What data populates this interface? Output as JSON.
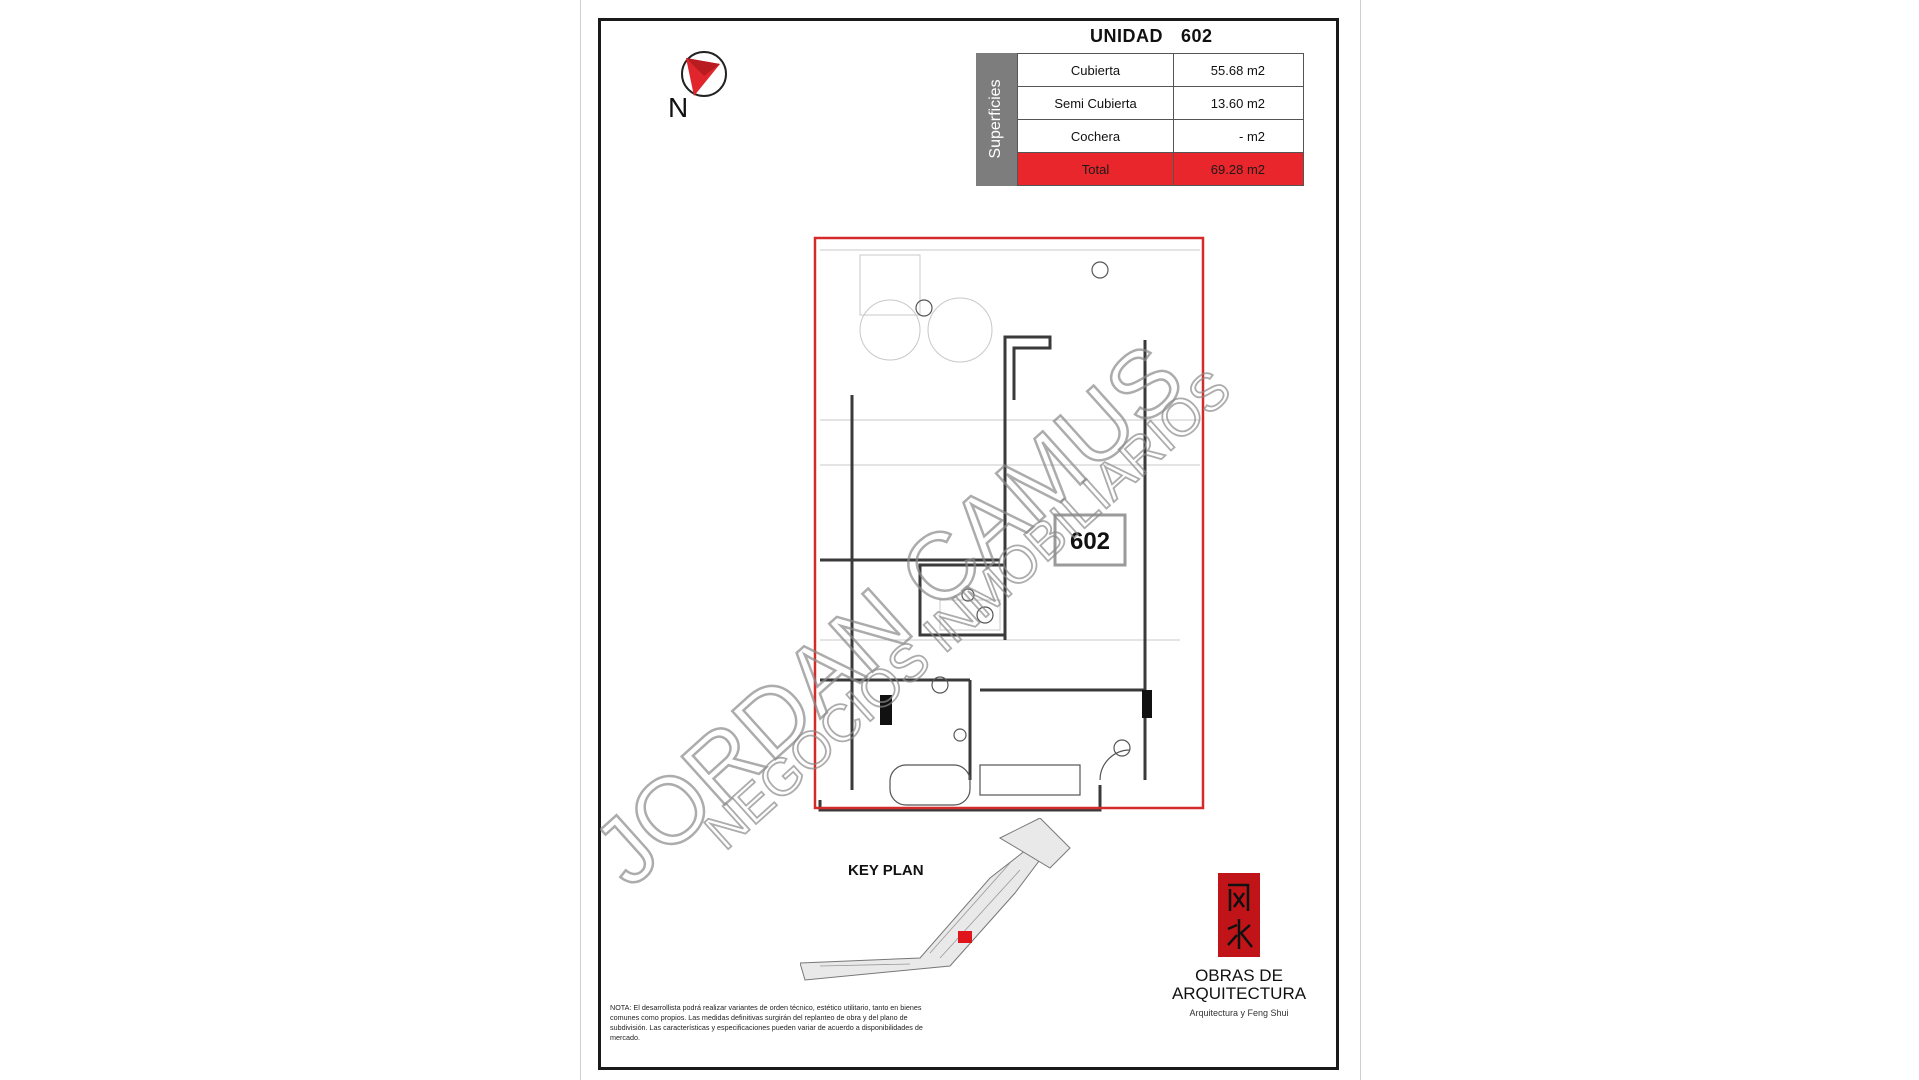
{
  "compass": {
    "north_letter": "N",
    "icon": "north-arrow-icon"
  },
  "unit": {
    "label": "UNIDAD",
    "number": "602"
  },
  "surfaces": {
    "side_label": "Superficies",
    "rows": [
      {
        "label": "Cubierta",
        "value": "55.68 m2"
      },
      {
        "label": "Semi Cubierta",
        "value": "13.60 m2"
      },
      {
        "label": "Cochera",
        "value": "- m2"
      }
    ],
    "total": {
      "label": "Total",
      "value": "69.28 m2"
    },
    "total_color": "#e8262c"
  },
  "plan": {
    "unit_tag": "602",
    "outline_color": "#d42a2a"
  },
  "key_plan": {
    "label": "KEY PLAN",
    "highlight_color": "#e0141b"
  },
  "logo": {
    "line1": "OBRAS DE",
    "line2": "ARQUITECTURA",
    "sub": "Arquitectura y Feng Shui",
    "glyphs": "風水",
    "color": "#c01419"
  },
  "note": "NOTA: El desarrollista podrá realizar variantes de orden técnico, estético utilitario, tanto en bienes comunes como propios. Las medidas definitivas surgirán del replanteo de obra y del plano de subdivisión. Las características y especificaciones pueden variar de acuerdo a disponibilidades de mercado.",
  "watermark": {
    "line1": "JORDAN CAMUS",
    "line2": "NEGOCIOS INMOBILIARIOS"
  }
}
